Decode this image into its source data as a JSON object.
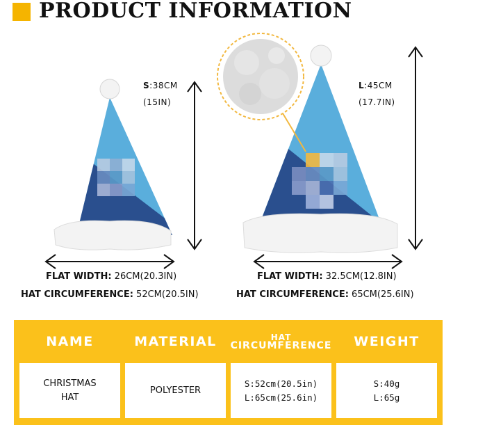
{
  "header": {
    "title": "PRODUCT INFORMATION"
  },
  "small_hat": {
    "size_label": "S",
    "height": ":38CM",
    "height_in": "(15IN)",
    "flat_width_key": "FLAT WIDTH:",
    "flat_width_val": "26CM(20.3IN)",
    "circ_key": "HAT CIRCUMFERENCE:",
    "circ_val": "52CM(20.5IN)"
  },
  "large_hat": {
    "size_label": "L",
    "height": ":45CM",
    "height_in": "(17.7IN)",
    "flat_width_key": "FLAT WIDTH:",
    "flat_width_val": "32.5CM(12.8IN)",
    "circ_key": "HAT CIRCUMFERENCE:",
    "circ_val": "65CM(25.6IN)"
  },
  "table": {
    "headers": [
      "NAME",
      "MATERIAL",
      "HAT",
      "CIRCUMFERENCE",
      "WEIGHT"
    ],
    "name": [
      "CHRISTMAS",
      "HAT"
    ],
    "material": "POLYESTER",
    "circumference": [
      "S:52cm(20.5in)",
      "L:65cm(25.6in)"
    ],
    "weight": [
      "S:40g",
      "L:65g"
    ]
  },
  "colors": {
    "accent": "#f5b400",
    "table_bg": "#fbc11b",
    "hat_light": "#5aaedc",
    "hat_dark": "#2a4f8e",
    "fur": "#f3f3f3"
  }
}
